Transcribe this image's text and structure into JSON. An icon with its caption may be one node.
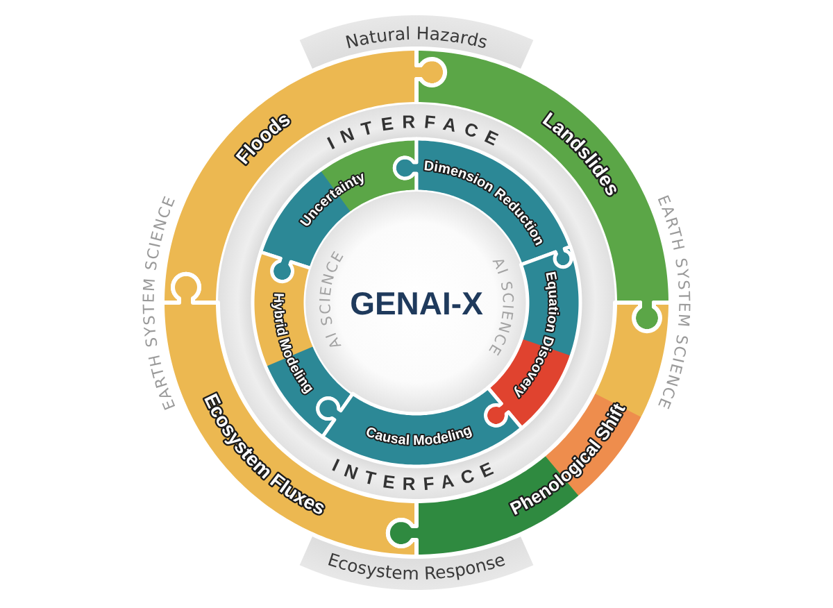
{
  "diagram": {
    "nodes": [
      {
        "text": [
          "Natural Hazards"
        ]
      },
      {
        "text": [
          "Floods"
        ]
      },
      {
        "text": [
          "Landslides"
        ]
      },
      {
        "text": [
          "INTERFACE",
          "INTERFACE"
        ]
      },
      {
        "text": [
          "Uncertainty"
        ],
        "in": 3
      },
      {
        "text": [
          "Dimension Reduction"
        ],
        "in": 3
      },
      {
        "text": [
          "Hybrid Modeling"
        ],
        "in": 3
      },
      {
        "text": [
          "AI SCIENCE",
          "GENAI-X",
          "AI SCIENCE"
        ],
        "in": 3
      },
      {
        "text": [
          "Equation Discovery"
        ],
        "in": 3
      },
      {
        "text": [
          "Causal Modeling"
        ],
        "in": 3
      },
      {
        "text": [
          "Ecosystem Fluxes"
        ]
      },
      {
        "text": [
          "Phenological Shift"
        ]
      },
      {
        "text": [
          "Ecosystem Response"
        ]
      }
    ],
    "labels": [
      "EARTH SYSTEM SCIENCE",
      "EARTH SYSTEM SCIENCE"
    ]
  }
}
